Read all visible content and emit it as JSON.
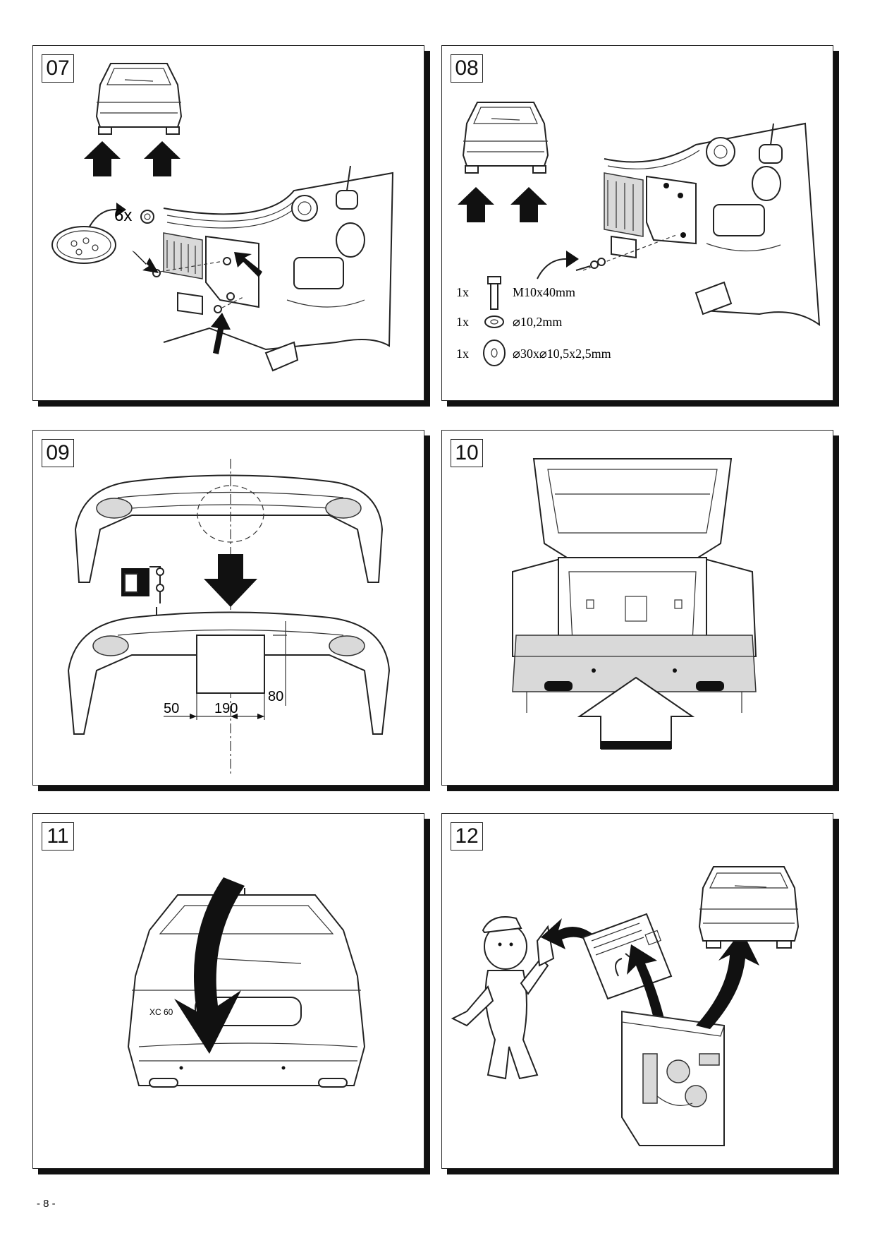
{
  "panels": {
    "p07": {
      "number": "07",
      "nut_count": "6x"
    },
    "p08": {
      "number": "08",
      "parts": [
        {
          "qty": "1x",
          "spec": "M10x40mm",
          "icon": "bolt-icon"
        },
        {
          "qty": "1x",
          "spec": "⌀10,2mm",
          "icon": "spring-washer-icon"
        },
        {
          "qty": "1x",
          "spec": "⌀30x⌀10,5x2,5mm",
          "icon": "flat-washer-icon"
        }
      ]
    },
    "p09": {
      "number": "09",
      "dim_left": "50",
      "dim_width": "190",
      "dim_height": "80"
    },
    "p10": {
      "number": "10"
    },
    "p11": {
      "number": "11",
      "badge": "XC 60"
    },
    "p12": {
      "number": "12"
    }
  },
  "footer": {
    "page": "- 8 -"
  }
}
